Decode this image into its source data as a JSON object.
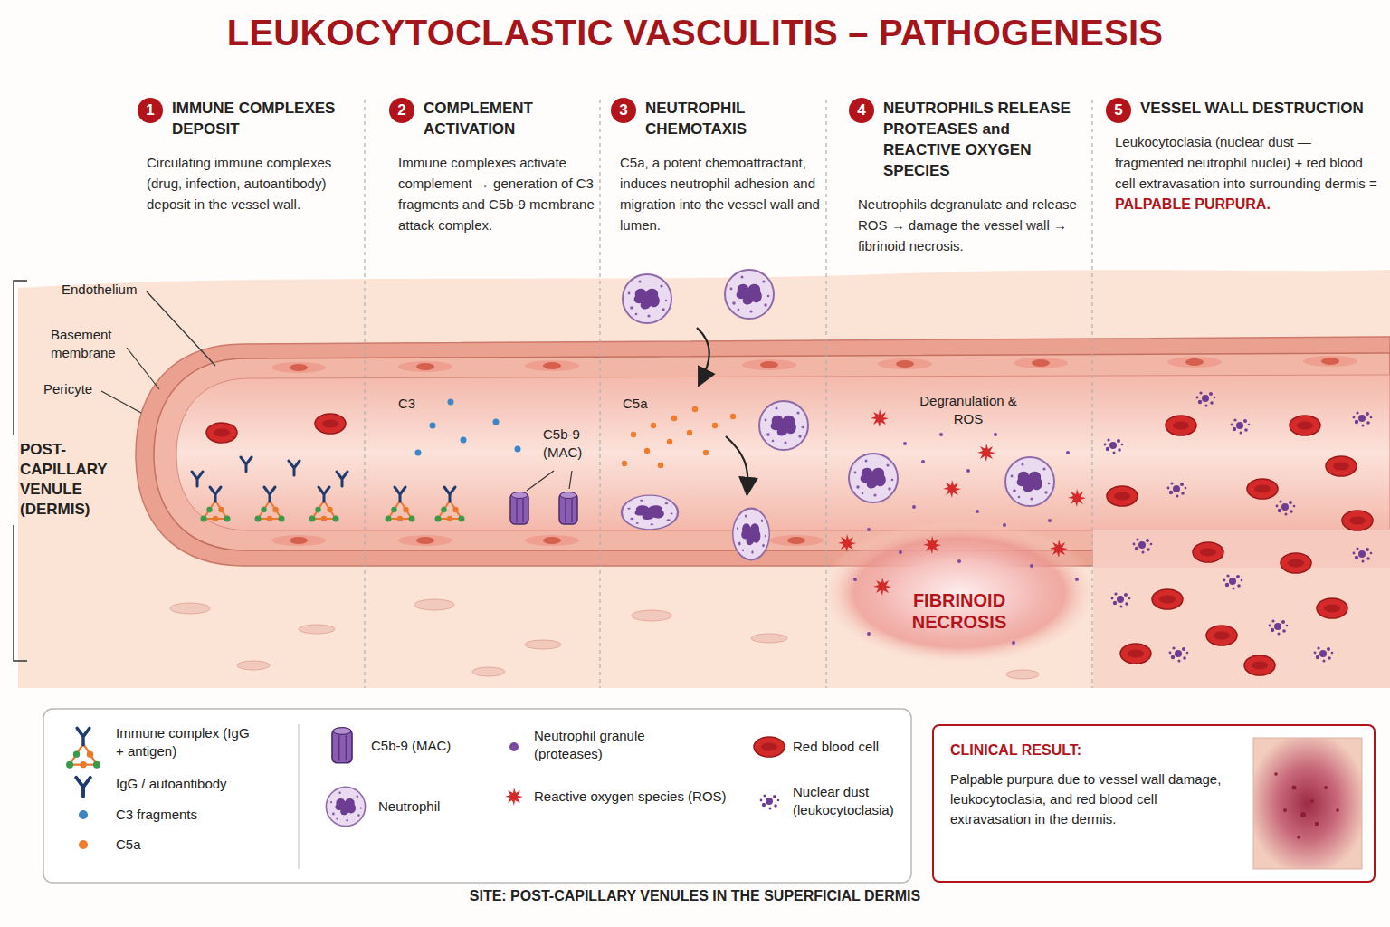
{
  "diagram": {
    "title": "LEUKOCYTOCLASTIC VASCULITIS – PATHOGENESIS",
    "nodes": [
      {
        "text": [
          "IMMUNE COMPLEXES DEPOSIT",
          "Circulating immune complexes (drug, infection, autoantibody) deposit in the vessel wall."
        ]
      },
      {
        "text": [
          "1"
        ],
        "in": 0
      },
      {
        "text": [
          "COMPLEMENT ACTIVATION",
          "Immune complexes activate complement → generation of C3 fragments and C5b-9 membrane attack complex."
        ]
      },
      {
        "text": [
          "2"
        ],
        "in": 2
      },
      {
        "text": [
          "NEUTROPHIL CHEMOTAXIS",
          "C5a, a potent chemoattractant, induces neutrophil adhesion and migration into the vessel wall and lumen."
        ]
      },
      {
        "text": [
          "3"
        ],
        "in": 4
      },
      {
        "text": [
          "NEUTROPHILS RELEASE PROTEASES and REACTIVE OXYGEN SPECIES",
          "Neutrophils degranulate and release ROS → damage the vessel wall → fibrinoid necrosis."
        ]
      },
      {
        "text": [
          "4"
        ],
        "in": 6
      },
      {
        "text": [
          "VESSEL WALL DESTRUCTION",
          "Leukocytoclasia (nuclear dust — fragmented neutrophil nuclei) + red blood cell extravasation into surrounding dermis =",
          "PALPABLE PURPURA."
        ]
      },
      {
        "text": [
          "5"
        ],
        "in": 8
      },
      {
        "text": [
          "CLINICAL RESULT:",
          "Palpable purpura due to vessel wall damage, leukocytoclasia, and red blood cell extravasation in the dermis."
        ]
      }
    ],
    "labels": [
      "Endothelium",
      "Basement membrane",
      "Pericyte",
      "POST-CAPILLARY VENULE (DERMIS)",
      "C3",
      "C5b-9 (MAC)",
      "C5a",
      "Degranulation & ROS",
      "FIBRINOID NECROSIS",
      "SITE: POST-CAPILLARY VENULES IN THE SUPERFICIAL DERMIS"
    ],
    "legend": [
      {
        "text": "Immune complex (IgG + antigen)"
      },
      {
        "text": "IgG / autoantibody"
      },
      {
        "text": "C3 fragments",
        "color": "#3b86c9"
      },
      {
        "text": "C5a",
        "color": "#f07c2c"
      },
      {
        "text": "C5b-9 (MAC)"
      },
      {
        "text": "Neutrophil"
      },
      {
        "text": "Neutrophil granule (proteases)",
        "color": "#7a4aa0"
      },
      {
        "text": "Reactive oxygen species (ROS)"
      },
      {
        "text": "Red blood cell"
      },
      {
        "text": "Nuclear dust (leukocytoclasia)"
      }
    ]
  }
}
